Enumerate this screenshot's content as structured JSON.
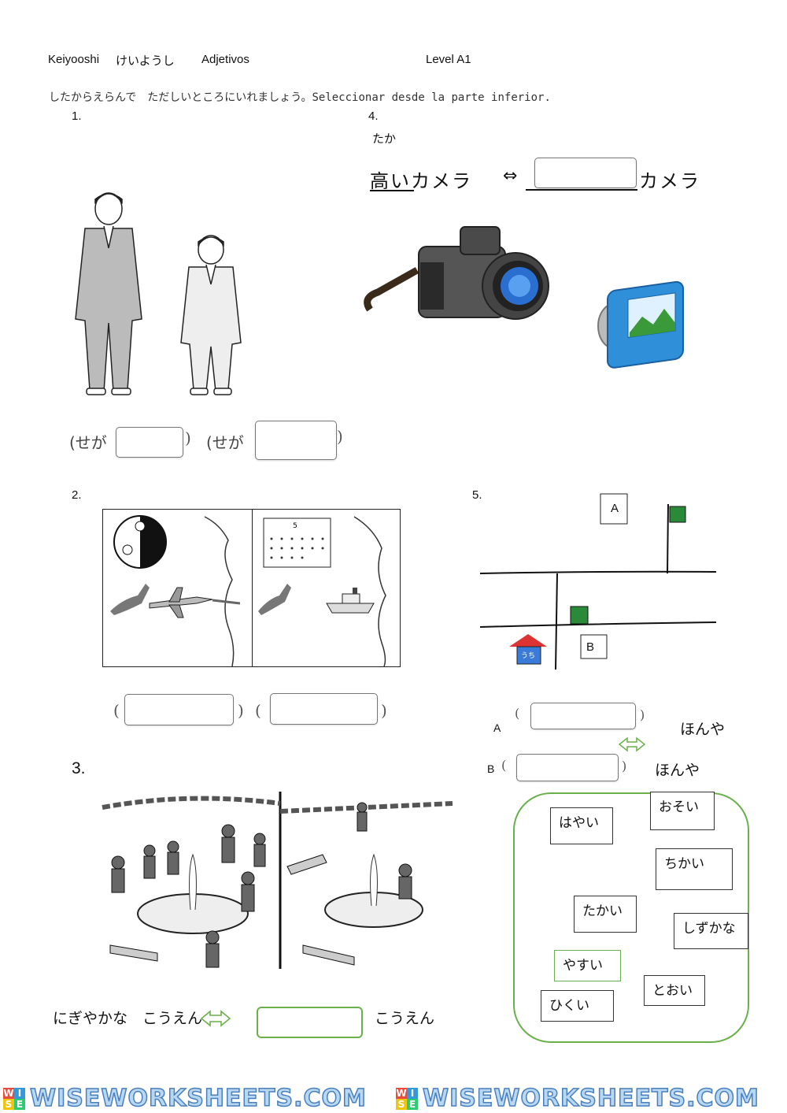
{
  "header": {
    "title_romaji": "Keiyooshi",
    "title_kana": "けいようし",
    "title_es": "Adjetivos",
    "level": "Level A1"
  },
  "instruction": "したからえらんで　ただしいところにいれましょう。Seleccionar desde la parte inferior.",
  "q1": {
    "number": "1.",
    "prefix_left": "(せが",
    "prefix_right": "(せが",
    "close": ")"
  },
  "q2": {
    "number": "2."
  },
  "q3": {
    "number": "3.",
    "left_text": "にぎやかな　こうえん",
    "right_text": "こうえん"
  },
  "q4": {
    "number": "4.",
    "furigana": "たか",
    "phrase_left": "高いカメラ",
    "arrow": "⇔",
    "phrase_right": "カメラ"
  },
  "q5": {
    "number": "5.",
    "map_label_a": "A",
    "map_label_b": "B",
    "house_label": "うち",
    "row_a_label": "A",
    "row_b_label": "B",
    "suffix": "ほんや"
  },
  "word_bank": [
    "はやい",
    "おそい",
    "ちかい",
    "たかい",
    "しずかな",
    "やすい",
    "とおい",
    "ひくい"
  ],
  "footer": {
    "watermark": "WISEWORKSHEETS.COM",
    "logo_letters": "WISE"
  },
  "colors": {
    "green": "#6ab04c",
    "camera_blue": "#2f8fd8"
  }
}
